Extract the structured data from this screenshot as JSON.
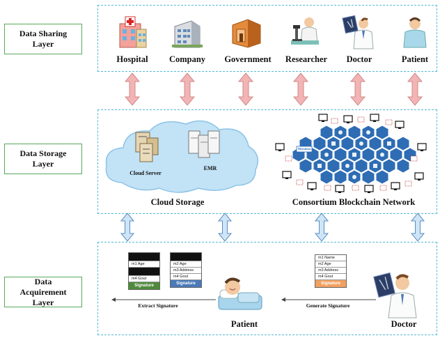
{
  "layers": {
    "sharing": "Data Sharing Layer",
    "storage": "Data Storage Layer",
    "acquirement": "Data Acquirement Layer"
  },
  "entities": [
    {
      "name": "Hospital",
      "icon": "hospital-icon"
    },
    {
      "name": "Company",
      "icon": "company-building-icon"
    },
    {
      "name": "Government",
      "icon": "government-building-icon"
    },
    {
      "name": "Researcher",
      "icon": "researcher-microscope-icon"
    },
    {
      "name": "Doctor",
      "icon": "doctor-xray-icon"
    },
    {
      "name": "Patient",
      "icon": "patient-icon"
    }
  ],
  "storage": {
    "cloud_server": "Cloud Server",
    "emr": "EMR",
    "cloud_caption": "Cloud Storage",
    "blockchain_caption": "Consortium Blockchain Network",
    "metadata": "Metadata"
  },
  "acquirement": {
    "card1": {
      "rows": [
        "m1 Age",
        "m4 Gout"
      ],
      "signature": "Signature"
    },
    "card2": {
      "rows": [
        "m2 Age",
        "m3 Address",
        "m4 Gout"
      ],
      "signature": "Signature"
    },
    "card3": {
      "rows": [
        "m1 Name",
        "m2 Age",
        "m3 Address",
        "m4 Gout"
      ],
      "signature": "Signature"
    },
    "extract": "Extract Signature",
    "generate": "Generate Signature",
    "patient": "Patient",
    "doctor": "Doctor"
  },
  "colors": {
    "dashed_border": "#55b9d8",
    "label_border": "#58a85c",
    "pink_arrow": "#f2b4b4",
    "blue_arrow": "#b8d8f0",
    "cloud": "#bfe0f5",
    "hexagon": "#2e6db4",
    "signature_green": "#4f8a3c",
    "signature_blue": "#4a7ab8",
    "signature_orange": "#f0a060"
  }
}
